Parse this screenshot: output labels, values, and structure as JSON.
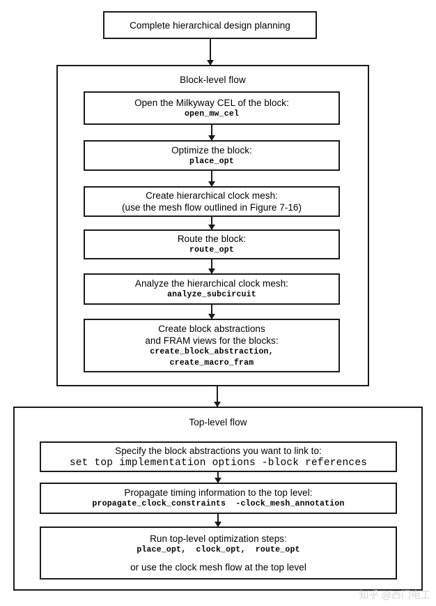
{
  "diagram": {
    "title_box": {
      "label": "Complete hierarchical design planning"
    },
    "block_level": {
      "title": "Block-level flow",
      "steps": [
        {
          "name": "open-milkyway-cel",
          "text": "Open the Milkyway CEL of the block:",
          "command": "open_mw_cel"
        },
        {
          "name": "optimize-block",
          "text": "Optimize the block:",
          "command": "place_opt"
        },
        {
          "name": "create-hier-clock-mesh",
          "text": "Create hierarchical clock mesh:",
          "note": "(use the mesh flow outlined in Figure 7-16)"
        },
        {
          "name": "route-block",
          "text": "Route the block:",
          "command": "route_opt"
        },
        {
          "name": "analyze-hier-clock-mesh",
          "text": "Analyze the hierarchical clock mesh:",
          "command": "analyze_subcircuit"
        },
        {
          "name": "create-block-abstractions",
          "text": "Create block abstractions",
          "text2": "and FRAM views for the blocks:",
          "command": "create_block_abstraction,",
          "command2": "create_macro_fram"
        }
      ]
    },
    "top_level": {
      "title": "Top-level flow",
      "steps": [
        {
          "name": "specify-block-abstractions",
          "text": "Specify the block abstractions you want to link to:",
          "command": "set top implementation options -block references"
        },
        {
          "name": "propagate-timing-information",
          "text": "Propagate timing information to the top level:",
          "command": "propagate_clock_constraints  -clock_mesh_annotation"
        },
        {
          "name": "run-top-level-optimization",
          "text": "Run top-level optimization steps:",
          "command": "place_opt,  clock_opt,  route_opt",
          "note": "or use the clock mesh flow at the top level"
        }
      ]
    },
    "watermark": "知乎 @西门电工",
    "colors": {
      "stroke": "#1a1a1a",
      "background": "#ffffff",
      "watermark": "#d6d6d6"
    }
  }
}
